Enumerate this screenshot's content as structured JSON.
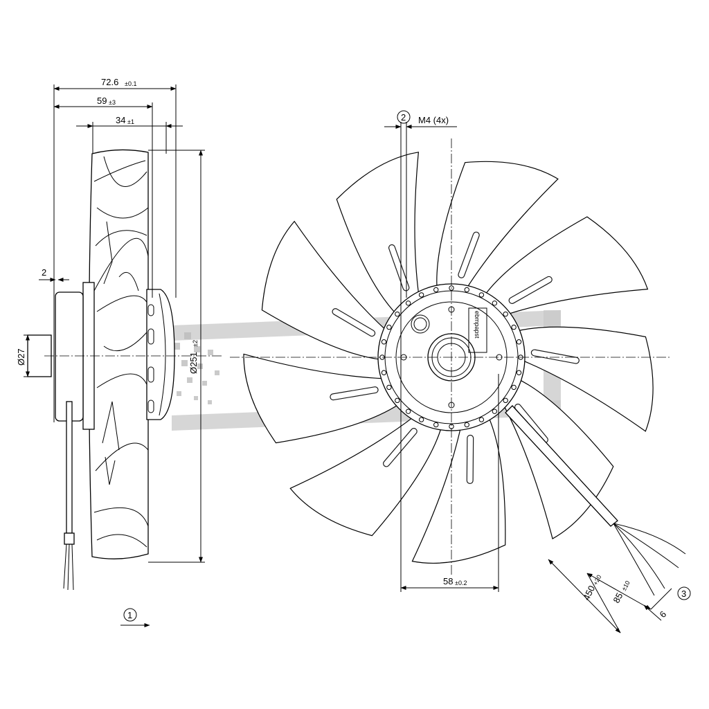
{
  "dimensions": {
    "overall_depth": {
      "value": "72.6",
      "tol": "±0.1"
    },
    "blade_depth": {
      "value": "59",
      "tol": "±3"
    },
    "rotor_depth": {
      "value": "34",
      "tol": "±1"
    },
    "flange": "2",
    "shaft_dia": "Ø27",
    "fan_dia": {
      "value": "Ø251",
      "tol": "±2"
    },
    "mount_screws": "M4 (4x)",
    "hole_spacing": {
      "value": "58",
      "tol": "±0.2"
    },
    "cable_length": {
      "value": "450",
      "tol": "+20"
    },
    "strip_length": {
      "value": "85",
      "tol": "±10"
    },
    "wire_end": "6"
  },
  "callouts": {
    "c1": "1",
    "c2": "2",
    "c3": "3"
  },
  "label": {
    "brand": "ebmpapst"
  }
}
